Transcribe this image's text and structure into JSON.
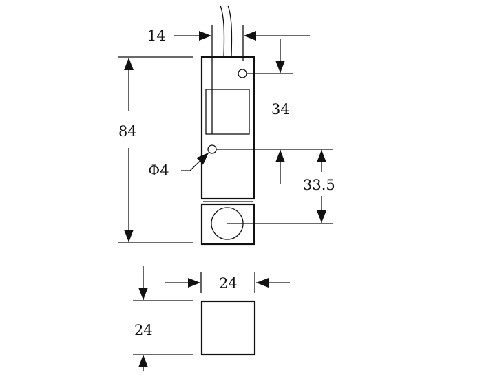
{
  "title": "Sensor dimension drawing",
  "dimensions": {
    "width_offset": "14",
    "hole_spacing": "34",
    "height": "84",
    "hole_diameter": "Φ4",
    "hole_to_center": "33.5",
    "base_width": "24",
    "base_depth": "24"
  },
  "colors": {
    "line": "#111111",
    "background": "#ffffff"
  }
}
